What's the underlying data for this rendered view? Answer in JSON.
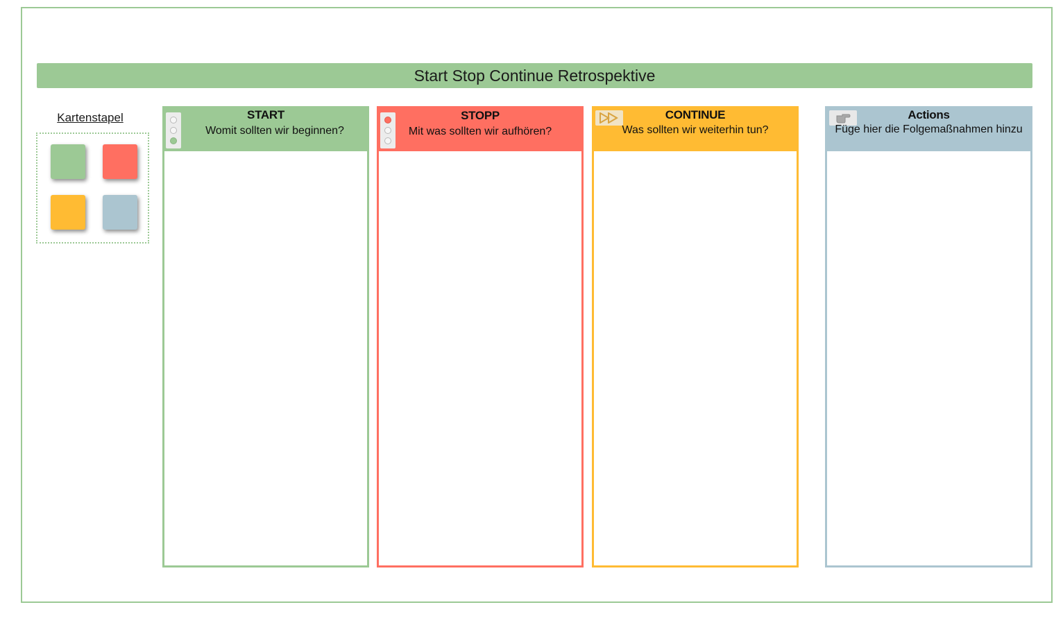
{
  "board": {
    "title": "Start Stop Continue Retrospektive"
  },
  "stack": {
    "label": "Kartenstapel",
    "cards": [
      {
        "name": "green-card",
        "color": "#9cc995"
      },
      {
        "name": "red-card",
        "color": "#ff6f61"
      },
      {
        "name": "yellow-card",
        "color": "#ffbb33"
      },
      {
        "name": "blue-card",
        "color": "#abc5d0"
      }
    ]
  },
  "columns": {
    "start": {
      "title": "START",
      "subtitle": "Womit sollten wir beginnen?",
      "color": "#9cc995",
      "icon": "traffic-light-green-icon"
    },
    "stopp": {
      "title": "STOPP",
      "subtitle": "Mit was sollten wir aufhören?",
      "color": "#ff6f61",
      "icon": "traffic-light-red-icon"
    },
    "continue": {
      "title": "CONTINUE",
      "subtitle": "Was sollten wir weiterhin tun?",
      "color": "#ffbb33",
      "icon": "fast-forward-icon"
    },
    "actions": {
      "title": "Actions",
      "subtitle": "Füge hier die Folgemaßnahmen hinzu",
      "color": "#abc5d0",
      "icon": "pointing-hand-icon"
    }
  }
}
